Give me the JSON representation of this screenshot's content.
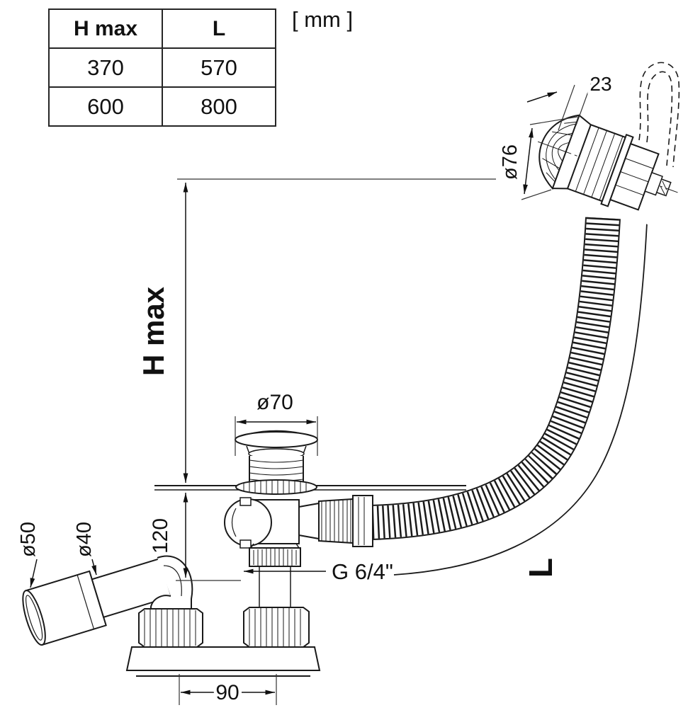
{
  "units_label": "[ mm ]",
  "table": {
    "headers": {
      "hmax": "H max",
      "l": "L"
    },
    "rows": [
      {
        "hmax": "370",
        "l": "570"
      },
      {
        "hmax": "600",
        "l": "800"
      }
    ]
  },
  "dimensions": {
    "overflow_offset": "23",
    "overflow_diameter": "ø76",
    "height_max": "H max",
    "plug_diameter": "ø70",
    "tee_height": "120",
    "thread": "G 6/4\"",
    "outlet_diameter_50": "ø50",
    "outlet_diameter_40": "ø40",
    "base_width": "90",
    "hose_length": "L"
  }
}
